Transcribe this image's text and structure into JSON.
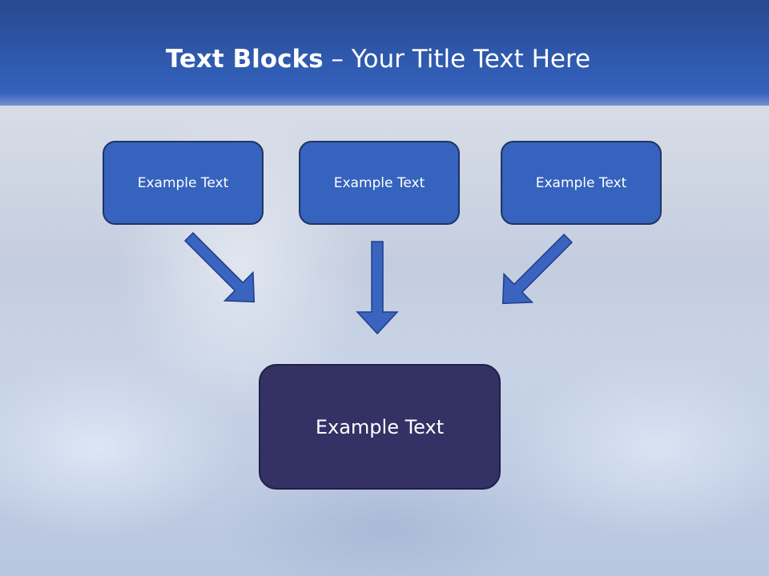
{
  "slide": {
    "title_bold": "Text Blocks",
    "title_rest": " – Your Title Text Here"
  },
  "blocks": [
    {
      "label": "Example Text"
    },
    {
      "label": "Example Text"
    },
    {
      "label": "Example Text"
    }
  ],
  "main_block": {
    "label": "Example Text"
  },
  "colors": {
    "header": "#2f59ad",
    "block_fill": "#3563bd",
    "main_block_fill": "#343165",
    "arrow_fill": "#3a64c0"
  }
}
